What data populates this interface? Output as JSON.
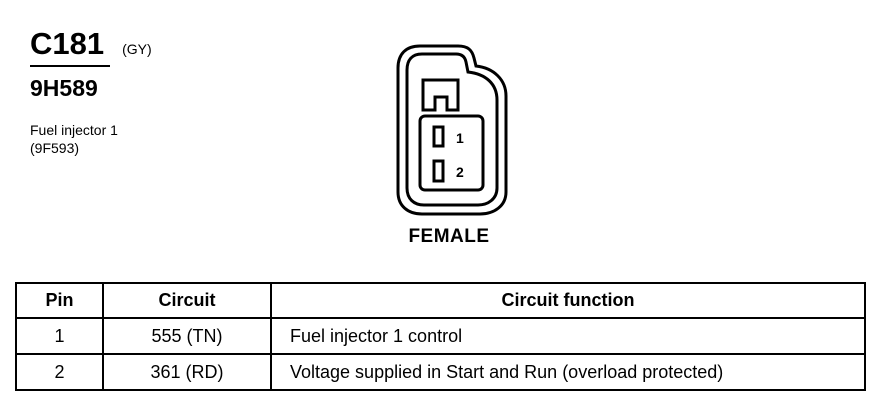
{
  "connector": {
    "id": "C181",
    "color_code": "(GY)",
    "part_number": "9H589",
    "component_name": "Fuel injector 1",
    "component_code": "(9F593)"
  },
  "figure": {
    "view_label": "FEMALE",
    "pin_labels": [
      "1",
      "2"
    ]
  },
  "table": {
    "headers": {
      "pin": "Pin",
      "circuit": "Circuit",
      "function": "Circuit function"
    },
    "rows": [
      {
        "pin": "1",
        "circuit": "555 (TN)",
        "function": "Fuel injector 1  control"
      },
      {
        "pin": "2",
        "circuit": "361 (RD)",
        "function": "Voltage supplied in Start and Run (overload protected)"
      }
    ]
  }
}
